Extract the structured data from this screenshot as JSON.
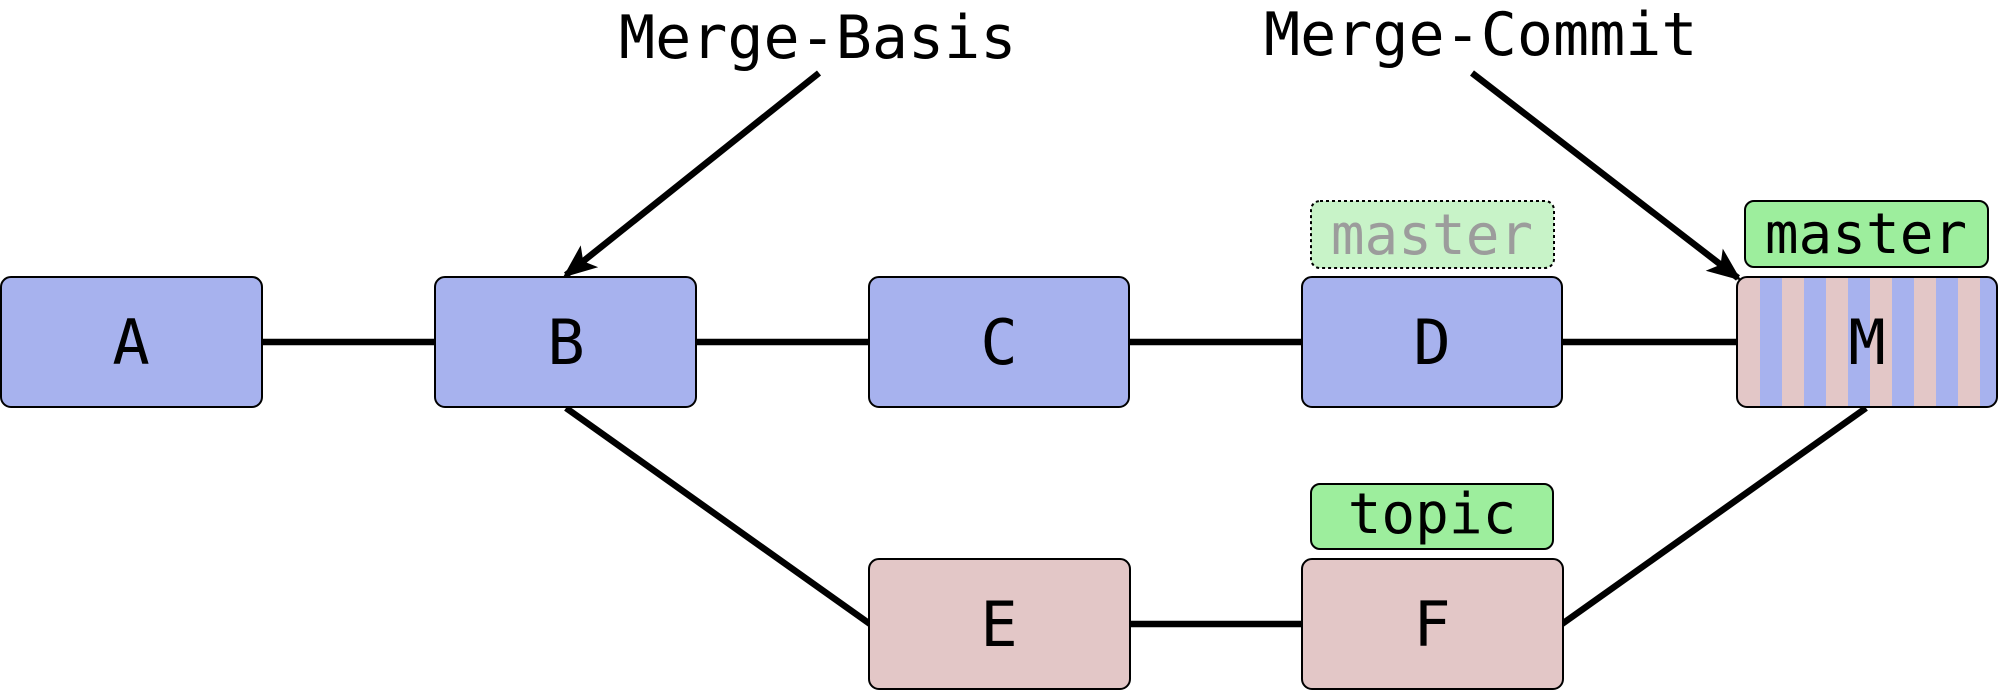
{
  "colors": {
    "main_commit": "#a7b2ee",
    "topic_commit": "#e3c7c7",
    "branch_tag": "#9dee9d",
    "old_branch_tag": "#c8f3c8",
    "old_branch_text": "#9c9c9c",
    "edge": "#000000"
  },
  "annotations": {
    "merge_base": "Merge-Basis",
    "merge_commit": "Merge-Commit"
  },
  "commits": {
    "a": "A",
    "b": "B",
    "c": "C",
    "d": "D",
    "m": "M",
    "e": "E",
    "f": "F"
  },
  "branches": {
    "master_old": "master",
    "master": "master",
    "topic": "topic"
  }
}
